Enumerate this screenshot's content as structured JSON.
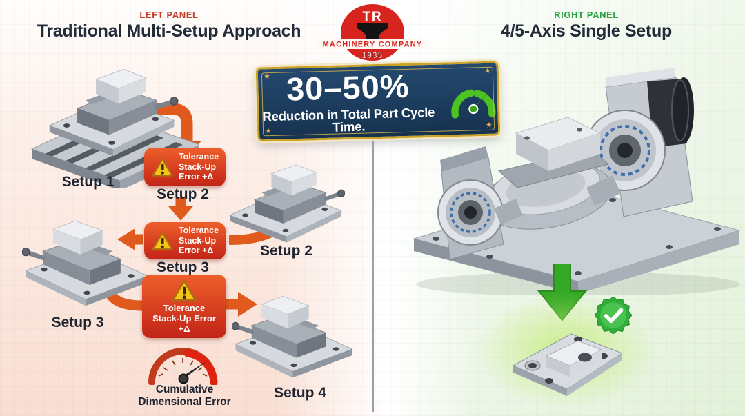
{
  "header": {
    "left": {
      "kicker": "LEFT PANEL",
      "title": "Traditional Multi-Setup Approach",
      "kicker_color": "#c13a2b"
    },
    "right": {
      "kicker": "RIGHT PANEL",
      "title": "4/5-Axis Single Setup",
      "kicker_color": "#2aa23f"
    },
    "logo": {
      "monogram": "TR",
      "company": "MACHINERY COMPANY",
      "year": "1935",
      "brand_color": "#d8241f",
      "emblem_icon": "anvil-icon"
    }
  },
  "banner": {
    "headline": "30–50%",
    "caption": "Reduction in Total Part Cycle Time.",
    "star_icon": "★",
    "gauge_icon": "speedometer-green-icon",
    "colors": {
      "navy": "#16324f",
      "gold": "#c9a227",
      "gauge_green": "#4cc321"
    }
  },
  "left_flow": {
    "machine_labels": [
      "Setup 1",
      "Setup 2",
      "Setup 3",
      "Setup 4"
    ],
    "badges": [
      {
        "icon": "warning-triangle-icon",
        "lines": [
          "Tolerance",
          "Stack-Up",
          "Error +Δ"
        ],
        "caption": "Setup 2"
      },
      {
        "icon": "warning-triangle-icon",
        "lines": [
          "Tolerance",
          "Stack-Up",
          "Error +Δ"
        ],
        "caption": "Setup 3"
      },
      {
        "icon": "warning-triangle-icon",
        "lines": [
          "Tolerance",
          "Stack-Up Error",
          "+Δ"
        ]
      }
    ],
    "gauge": {
      "icon": "speedometer-red-icon",
      "line1": "Cumulative",
      "line2": "Dimensional Error"
    },
    "colors": {
      "arrow_orange": "#e05a1d",
      "badge_red": "#d3331f",
      "warning_yellow": "#f6c514"
    }
  },
  "right_flow": {
    "machine": "4/5-axis trunnion rotary fixture",
    "arrow_icon": "down-arrow-icon",
    "check_icon": "check-seal-icon",
    "colors": {
      "arrow_green": "#35a826",
      "seal_green": "#2fae3a",
      "bearing_blue": "#3e6fae"
    }
  }
}
